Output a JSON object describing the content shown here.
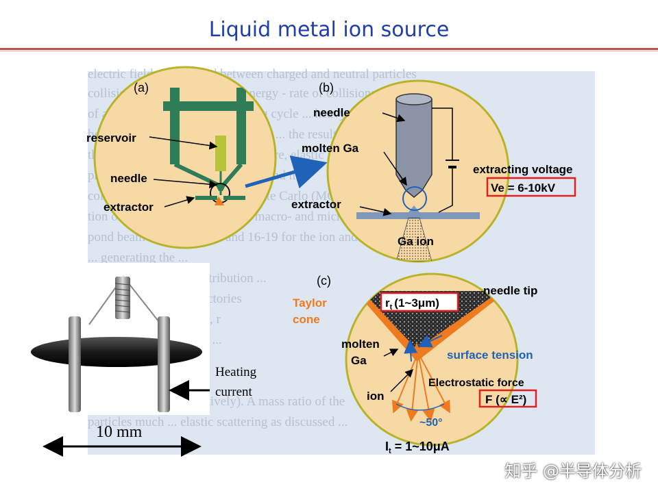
{
  "title": "Liquid metal ion source",
  "background_text": [
    "electric fields, dissipated between charged and neutral particles",
    "collisions result in the loss of energy - rate of collisions with",
    "of atoms and, after some ... ending cycle ... heavy collision",
    "ber of their energies ... trailing ... to ... the resulting",
    "the incident ions ... and so forth. Here, elastic and inelastic",
    "processes ... storing and ... energy and me",
    "collision rule, respectively ... Monte Carlo (MC) method ... a",
    "tion of various ... useful to both macro- and micros",
    "pond beam interactions ... and 16-19 for the ion and electron",
    "... generating the ...",
    "spatial ... angular ... distribution ...",
    "res 5(a) and (b) ... trajectories",
    "electrons ... (W) targets, r",
    "... are chosen as typical ...",
    "relative ... 3.1, ...",
    "t; g/mole) for ... respectively). A mass ratio of the",
    "particles much ... elastic scattering as discussed ..."
  ],
  "panel_a": {
    "tag": "(a)",
    "labels": {
      "reservoir": "reservoir",
      "needle": "needle",
      "extractor": "extractor"
    }
  },
  "panel_b": {
    "tag": "(b)",
    "labels": {
      "needle": "needle",
      "molten": "molten Ga",
      "extracting": "extracting voltage",
      "voltage_value": "Ve = 6-10kV",
      "extractor": "extractor",
      "ion": "Ga ion"
    }
  },
  "panel_c": {
    "tag": "(c)",
    "labels": {
      "needle_tip": "needle tip",
      "taylor1": "Taylor",
      "taylor2": "cone",
      "radius": "r",
      "radius_sub": "t",
      "radius_range": "(1~3μm)",
      "molten1": "molten",
      "molten2": "Ga",
      "surface": "surface tension",
      "electro": "Electrostatic force",
      "force": "F (∝ E²)",
      "ion": "ion",
      "angle": "~50°",
      "current": "I",
      "current_sub": "t",
      "current_value": " = 1~10μA"
    }
  },
  "photo": {
    "heating1": "Heating",
    "heating2": "current",
    "scale": "10 mm"
  },
  "watermark": "知乎 @半导体分析",
  "colors": {
    "title": "#1f3fa8",
    "rule": "#c0504d",
    "circle_fill": "#f6d9a5",
    "circle_stroke": "#b8b42a",
    "structure_green": "#2e7d56",
    "taylor_orange": "#ee7b1f",
    "surface_blue": "#1f62b8",
    "highlight_red": "#e02020"
  }
}
